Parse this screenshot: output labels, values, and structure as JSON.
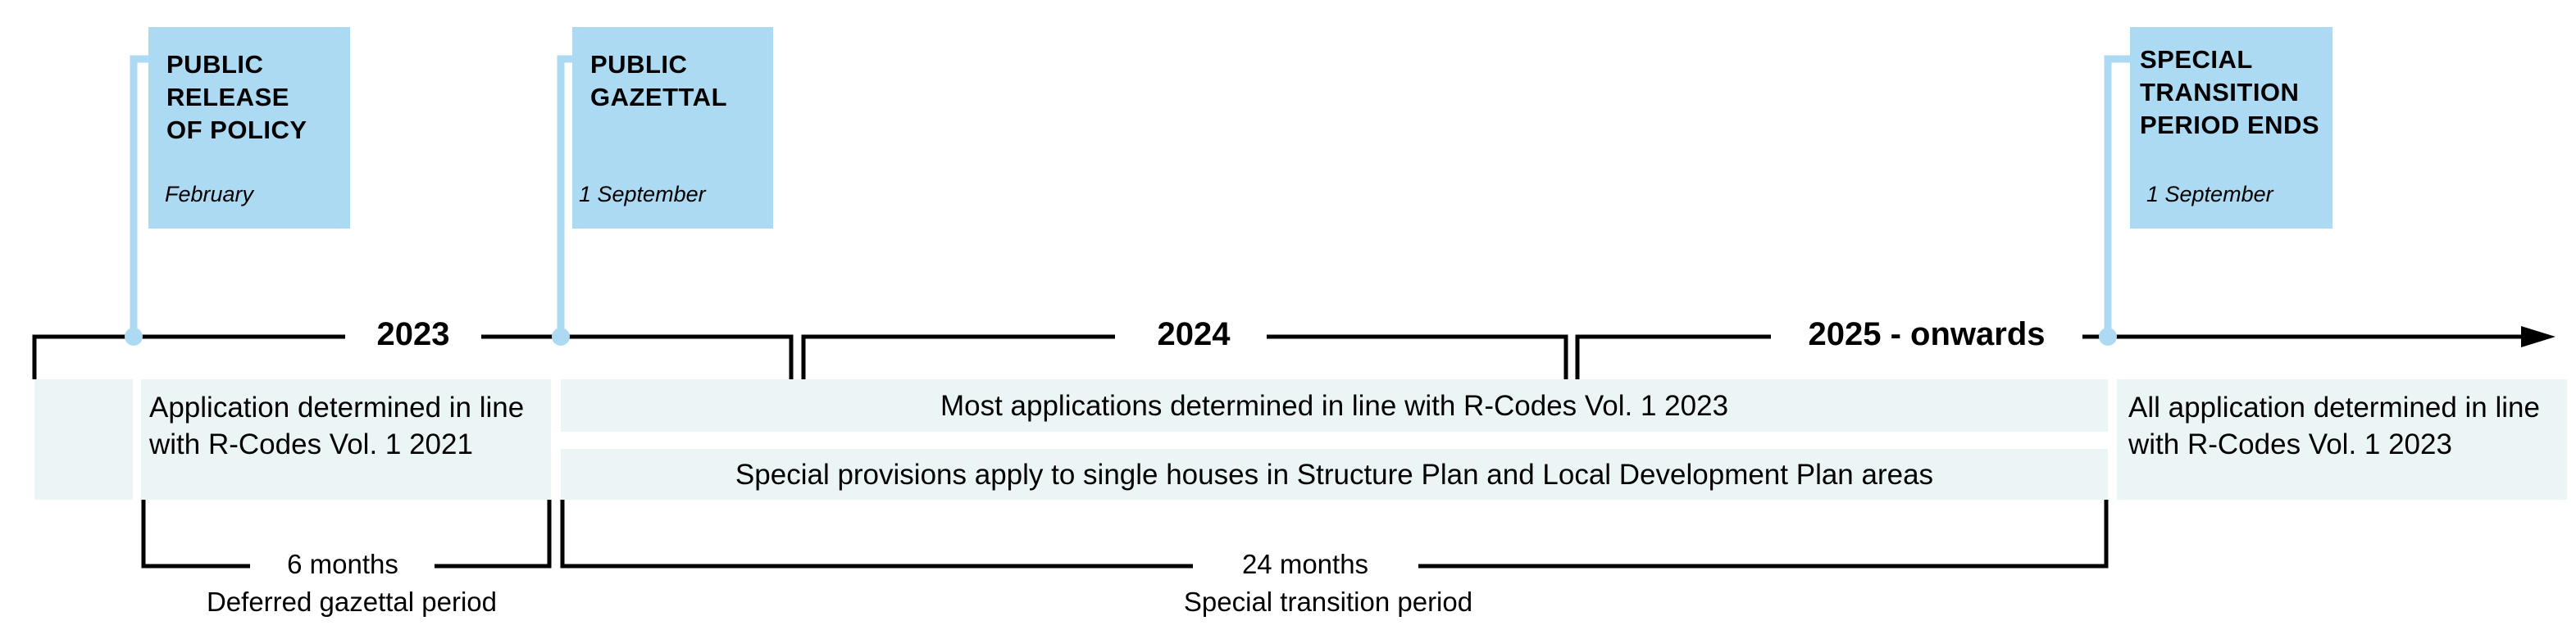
{
  "milestones": [
    {
      "title": "PUBLIC RELEASE OF POLICY",
      "date": "February"
    },
    {
      "title": "PUBLIC GAZETTAL",
      "date": "1 September"
    },
    {
      "title": "SPECIAL TRANSITION PERIOD ENDS",
      "date": "1 September"
    }
  ],
  "years": [
    "2023",
    "2024",
    "2025 - onwards"
  ],
  "periods": {
    "deferred_rule": "Application determined in line with R-Codes Vol. 1 2021",
    "most_apps": "Most applications determined in line with R-Codes Vol. 1 2023",
    "special_provisions": "Special provisions apply to single houses in Structure Plan and Local Development Plan areas",
    "after": "All application determined in line with R-Codes Vol. 1 2023"
  },
  "durations": [
    {
      "length": "6 months",
      "name": "Deferred gazettal period"
    },
    {
      "length": "24 months",
      "name": "Special transition period"
    }
  ],
  "colors": {
    "flag": "#acdaf3",
    "band": "#ecf5f6",
    "line": "#000000"
  }
}
